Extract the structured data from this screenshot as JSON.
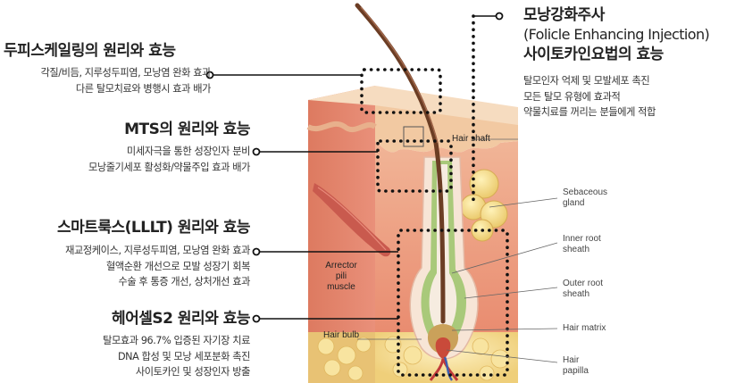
{
  "left_sections": [
    {
      "title": "두피스케일링의 원리와 효능",
      "lines": [
        "각질/비듬, 지루성두피염, 모낭염 완화 효과",
        "다른 탈모치료와 병행시 효과 배가"
      ]
    },
    {
      "title": "MTS의 원리와 효능",
      "lines": [
        "미세자극을 통한 성장인자 분비",
        "모낭줄기세포 활성화/약물주입 효과 배가"
      ]
    },
    {
      "title": "스마트룩스(LLLT) 원리와 효능",
      "lines": [
        "재교정케이스, 지루성두피염, 모낭염 완화 효과",
        "혈액순환 개선으로 모발 성장기 회복",
        "수술 후 통증 개선, 상처개선 효과"
      ]
    },
    {
      "title": "헤어셀S2 원리와 효능",
      "lines": [
        "탈모효과 96.7% 입증된 자기장 치료",
        "DNA 합성 및 모낭 세포분화 촉진",
        "사이토카인 및 성장인자 방출"
      ]
    }
  ],
  "right_section": {
    "title_lines": [
      "모낭강화주사",
      "(Folicle Enhancing Injection)",
      "사이토카인요법의 효능"
    ],
    "lines": [
      "탈모인자 억제 및 모발세포 촉진",
      "모든 탈모 유형에 효과적",
      "약물치료를 꺼리는 분들에게 적합"
    ]
  },
  "anatomy_labels": {
    "hair_shaft": "Hair shaft",
    "sebaceous": [
      "Sebaceous",
      "gland"
    ],
    "inner_root": [
      "Inner root",
      "sheath"
    ],
    "outer_root": [
      "Outer root",
      "sheath"
    ],
    "hair_matrix": "Hair matrix",
    "hair_papilla": [
      "Hair",
      "papilla"
    ],
    "arrector": [
      "Arrector",
      "pili",
      "muscle"
    ],
    "hair_bulb": "Hair bulb"
  },
  "colors": {
    "epidermis": "#f3d6b4",
    "dermis": "#ee9c80",
    "fat": "#f4d98a",
    "hair": "#6b3d24",
    "sheath_green": "#9fc36a",
    "muscle": "#c85a50",
    "dots": "#111111"
  }
}
